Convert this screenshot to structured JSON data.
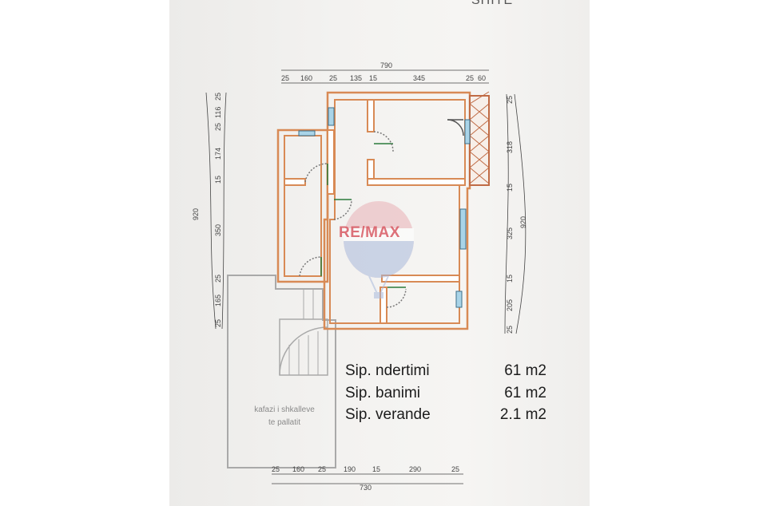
{
  "title_fragment": "SHITE",
  "logo": {
    "text": "RE/MAX"
  },
  "dimensions": {
    "top_total": "790",
    "top": [
      "25",
      "160",
      "25",
      "135",
      "15",
      "345",
      "25",
      "60"
    ],
    "bottom_total": "730",
    "bottom": [
      "25",
      "160",
      "25",
      "190",
      "15",
      "290",
      "25"
    ],
    "left_total": "920",
    "left": [
      "25",
      "116",
      "25",
      "174",
      "15",
      "350",
      "25",
      "165",
      "25"
    ],
    "right_total": "920",
    "right": [
      "25",
      "318",
      "15",
      "325",
      "15",
      "205",
      "25"
    ]
  },
  "stair_label": [
    "kafazi i shkalleve",
    "te pallatit"
  ],
  "areas": [
    {
      "label": "Sip. ndertimi",
      "value": "61 m2"
    },
    {
      "label": "Sip. banimi",
      "value": "61 m2"
    },
    {
      "label": "Sip. verande",
      "value": "2.1 m2"
    }
  ]
}
